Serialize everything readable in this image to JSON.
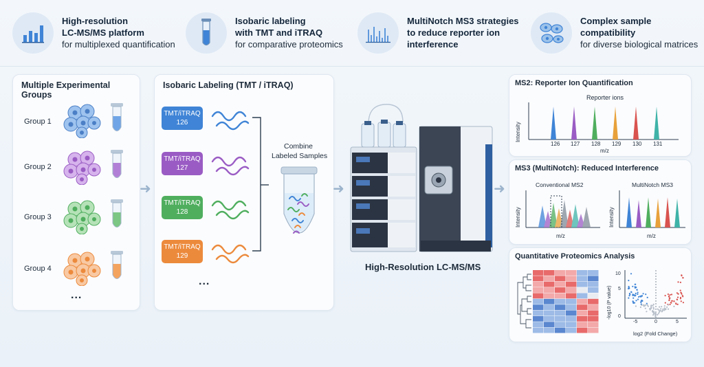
{
  "features": [
    {
      "line1": "High-resolution",
      "line2": "LC-MS/MS platform",
      "line3": "for multiplexed quantification",
      "icon": "bar-chart-icon"
    },
    {
      "line1": "Isobaric labeling",
      "line2": "with TMT and iTRAQ",
      "line3": "for comparative proteomics",
      "icon": "test-tube-icon"
    },
    {
      "line1": "MultiNotch MS3 strategies",
      "line2": "to reduce reporter ion",
      "line3": "interference",
      "icon": "spectrum-icon"
    },
    {
      "line1": "Complex sample compatibility",
      "line2": "for diverse biological matrices",
      "line3": "",
      "icon": "cells-icon"
    }
  ],
  "groups_panel": {
    "title": "Multiple Experimental Groups",
    "groups": [
      {
        "label": "Group 1",
        "color": "#5b8fd6"
      },
      {
        "label": "Group 2",
        "color": "#a86bcb"
      },
      {
        "label": "Group 3",
        "color": "#6cbf72"
      },
      {
        "label": "Group 4",
        "color": "#f0954f"
      }
    ],
    "ellipsis": "..."
  },
  "labeling_panel": {
    "title": "Isobaric Labeling (TMT / iTRAQ)",
    "tags": [
      {
        "line1": "TMT/iTRAQ",
        "line2": "126",
        "color": "#3f84d6"
      },
      {
        "line1": "TMT/iTRAQ",
        "line2": "127",
        "color": "#9a5cc4"
      },
      {
        "line1": "TMT/iTRAQ",
        "line2": "128",
        "color": "#4fae5e"
      },
      {
        "line1": "TMT/iTRAQ",
        "line2": "129",
        "color": "#ec8a3c"
      }
    ],
    "combine_line1": "Combine",
    "combine_line2": "Labeled Samples",
    "ellipsis": "..."
  },
  "instrument": {
    "label": "High-Resolution LC-MS/MS"
  },
  "ms2": {
    "title": "MS2: Reporter Ion Quantification",
    "caption": "Reporter ions",
    "ylabel": "Intensity",
    "xlabel": "m/z",
    "ticks": [
      "126",
      "127",
      "128",
      "129",
      "130",
      "131"
    ],
    "colors": [
      "#3f84d6",
      "#9a5cc4",
      "#4fae5e",
      "#e8a13a",
      "#d9534f",
      "#3fb3a8"
    ]
  },
  "ms3": {
    "title": "MS3 (MultiNotch): Reduced Interference",
    "left_title": "Conventional MS2",
    "right_title": "MultiNotch MS3",
    "ylabel": "Intensity",
    "xlabel": "m/z"
  },
  "quant": {
    "title": "Quantitative Proteomics Analysis",
    "volcano_ylabel": "-log10 (P value)",
    "volcano_xlabel": "log2 (Fold Change)",
    "y_ticks": [
      "10",
      "5",
      "0"
    ],
    "x_ticks": [
      "-5",
      "0",
      "5"
    ]
  }
}
